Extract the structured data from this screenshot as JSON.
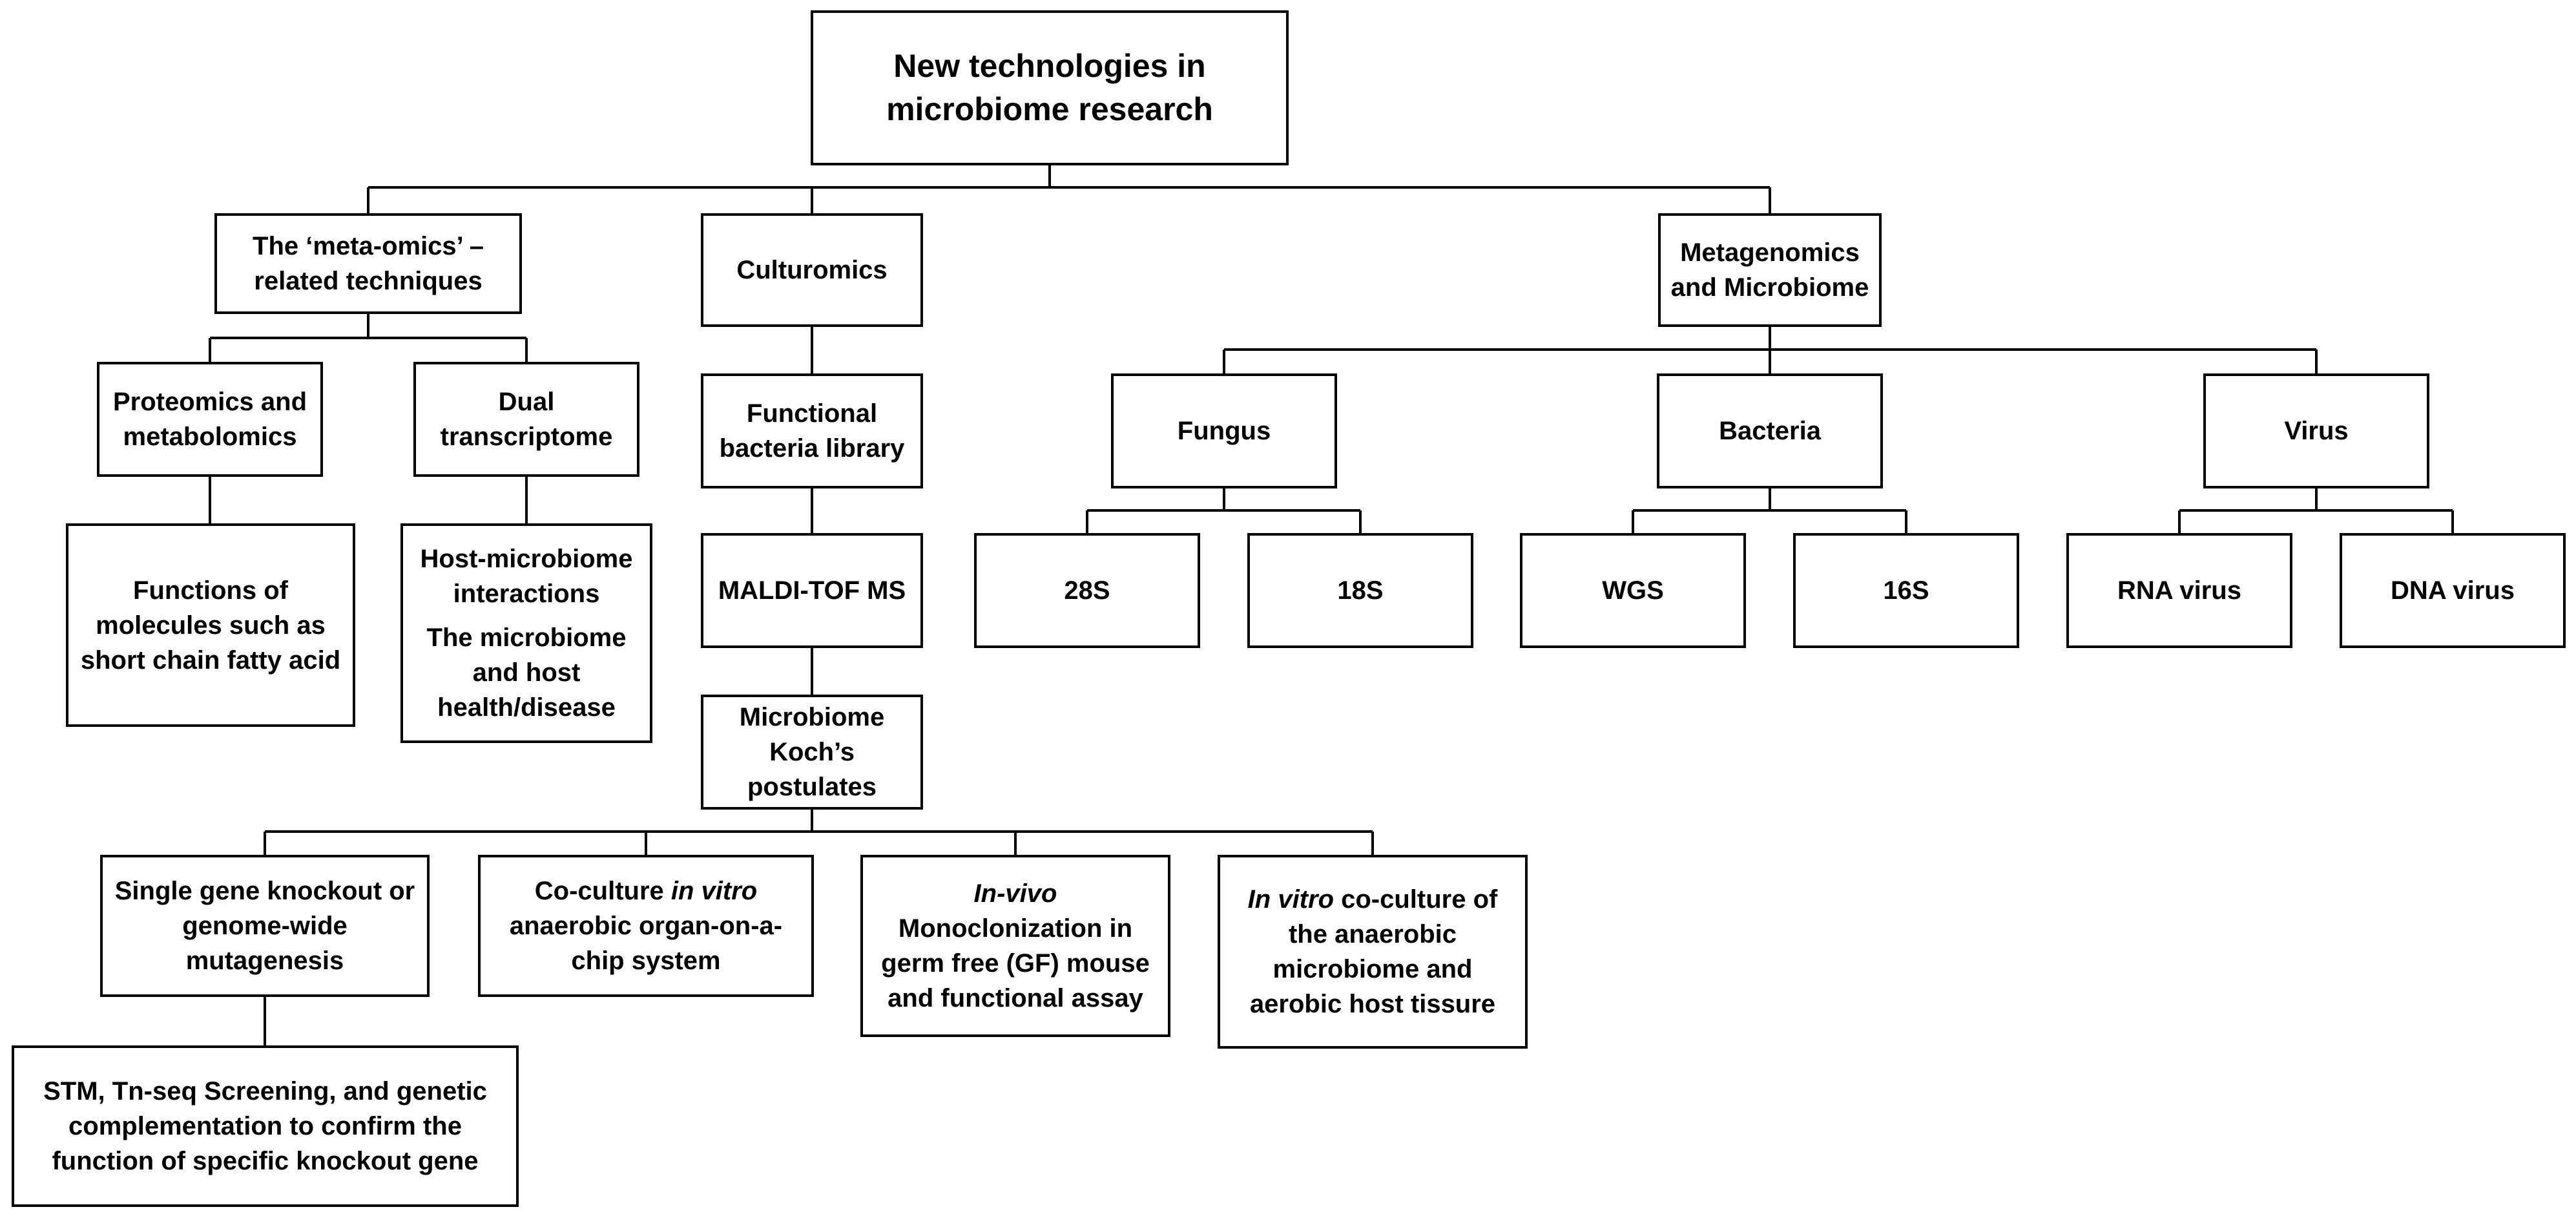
{
  "diagram": {
    "root": {
      "line1": "New technologies in",
      "line2": "microbiome research"
    },
    "meta_omics": {
      "line1": "The ‘meta-omics’ –",
      "line2": "related techniques",
      "proteomics": {
        "line1": "Proteomics and",
        "line2": "metabolomics"
      },
      "functions": {
        "line1": "Functions of",
        "line2": "molecules such as",
        "line3": "short chain fatty acid"
      },
      "dual": {
        "line1": "Dual",
        "line2": "transcriptome"
      },
      "host": {
        "line1": "Host-microbiome",
        "line2": "interactions",
        "line3": "The microbiome",
        "line4": "and host",
        "line5": "health/disease"
      }
    },
    "culturomics": {
      "label": "Culturomics",
      "library": {
        "line1": "Functional",
        "line2": "bacteria library"
      },
      "maldi": "MALDI-TOF MS",
      "koch": {
        "line1": "Microbiome",
        "line2": "Koch’s",
        "line3": "postulates"
      },
      "knockout": {
        "line1": "Single gene knockout or",
        "line2": "genome-wide",
        "line3": "mutagenesis"
      },
      "stm": {
        "line1": "STM, Tn-seq Screening, and genetic",
        "line2": "complementation to confirm the",
        "line3": "function of specific knockout gene"
      },
      "coculture_chip": {
        "line1_a": "Co-culture ",
        "line1_b": "in vitro",
        "line2": "anaerobic organ-on-a-",
        "line3": "chip system"
      },
      "invivo": {
        "line1": "In-vivo",
        "line2": "Monoclonization in",
        "line3": "germ free (GF) mouse",
        "line4": "and functional assay"
      },
      "invitro": {
        "line1_a": "In vitro",
        "line1_b": " co-culture of",
        "line2": "the anaerobic",
        "line3": "microbiome and",
        "line4": "aerobic host tissure"
      }
    },
    "metagenomics": {
      "line1": "Metagenomics",
      "line2": "and Microbiome",
      "fungus": {
        "label": "Fungus",
        "a": "28S",
        "b": "18S"
      },
      "bacteria": {
        "label": "Bacteria",
        "a": "WGS",
        "b": "16S"
      },
      "virus": {
        "label": "Virus",
        "a": "RNA virus",
        "b": "DNA virus"
      }
    }
  }
}
